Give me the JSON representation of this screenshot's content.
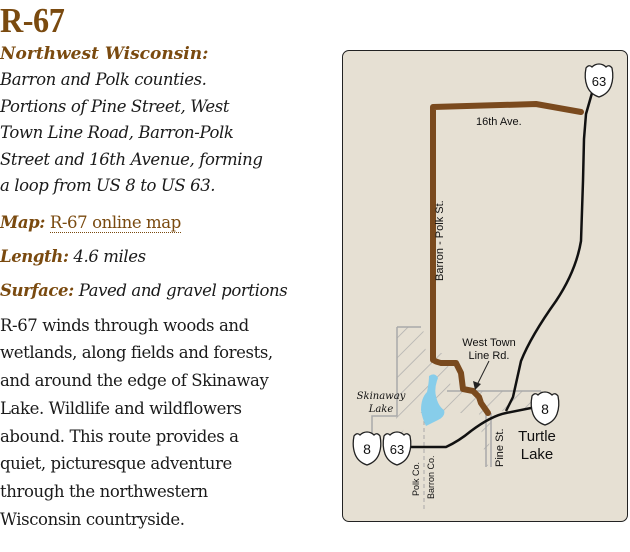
{
  "route": {
    "title": "R-67",
    "region": "Northwest Wisconsin:",
    "intro": "Barron and Polk counties. Portions of Pine Street, West Town Line Road, Barron-Polk Street and 16th Avenue, forming a loop from US 8 to US 63.",
    "intro_lines": [
      "Barron and Polk counties.",
      "Portions of Pine Street, West",
      "Town Line Road, Barron-Polk",
      "Street and 16th Avenue, forming",
      "a loop from US 8 to US 63."
    ],
    "map_label": "Map:",
    "map_link": "R-67 online map",
    "length_label": "Length:",
    "length_value": "4.6 miles",
    "surface_label": "Surface:",
    "surface_value": "Paved and gravel portions",
    "description_lines": [
      "R-67 winds through woods and",
      "wetlands, along fields and forests,",
      "and around the edge of Skinaway",
      "Lake. Wildlife and wildflowers",
      "abound. This route provides a",
      "quiet, picturesque adventure",
      "through the northwestern",
      "Wisconsin countryside."
    ]
  },
  "map": {
    "labels": {
      "sixteenth_ave": "16th Ave.",
      "barron_polk_st": "Barron - Polk St.",
      "west_town_line_1": "West Town",
      "west_town_line_2": "Line Rd.",
      "skinaway_1": "Skinaway",
      "skinaway_2": "Lake",
      "pine_st": "Pine St.",
      "turtle_lake_1": "Turtle",
      "turtle_lake_2": "Lake",
      "polk_co": "Polk Co.",
      "barron_co": "Barron Co."
    },
    "shields": {
      "us63_north": "63",
      "us8_east": "8",
      "us8_west": "8",
      "us63_west": "63"
    },
    "colors": {
      "background": "#e6e0d3",
      "route": "#7a4a1e",
      "road": "#111111",
      "lake": "#87cdea",
      "hatch": "#a9a9a9",
      "accent": "#7a4a0f"
    }
  }
}
